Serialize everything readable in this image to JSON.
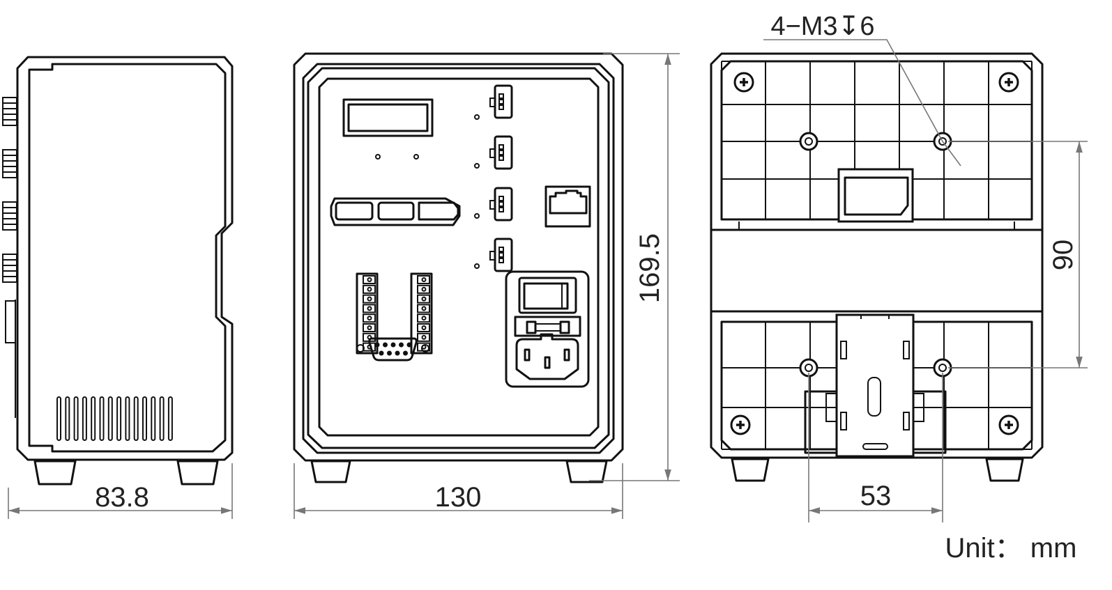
{
  "drawing": {
    "side_view": {
      "width_label": "83.8"
    },
    "front_view": {
      "width_label": "130",
      "height_label": "169.5"
    },
    "back_view": {
      "hole_spec_label": "4−M3↧6",
      "hole_vertical_spacing_label": "90",
      "hole_horizontal_spacing_label": "53"
    },
    "unit_label": "Unit： mm"
  }
}
